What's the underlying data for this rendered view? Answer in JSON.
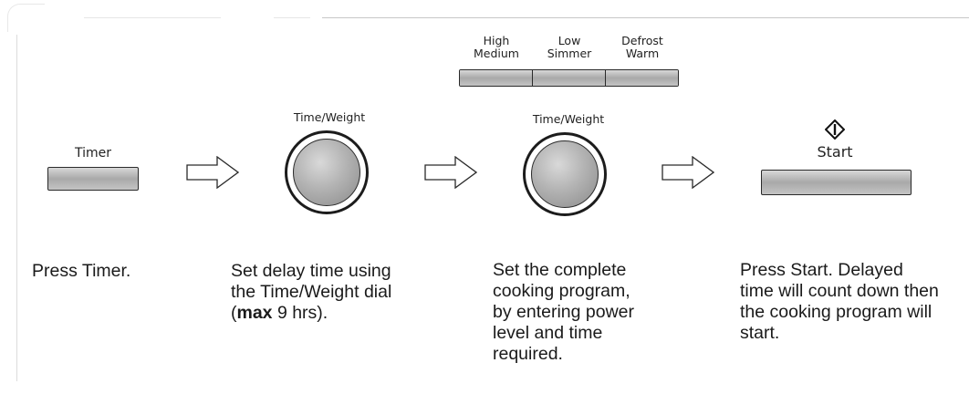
{
  "timer": {
    "label": "Timer"
  },
  "dial1": {
    "label": "Time/Weight"
  },
  "dial2": {
    "label": "Time/Weight"
  },
  "power_buttons": [
    {
      "line1": "High",
      "line2": "Medium"
    },
    {
      "line1": "Low",
      "line2": "Simmer"
    },
    {
      "line1": "Defrost",
      "line2": "Warm"
    }
  ],
  "start": {
    "label": "Start",
    "icon": "start-diamond-icon"
  },
  "steps": [
    {
      "lines": [
        "Press Timer."
      ]
    },
    {
      "lines": [
        "Set delay time using",
        "the Time/Weight dial"
      ],
      "last_open": "(",
      "last_bold": "max",
      "last_rest": " 9 hrs)."
    },
    {
      "lines": [
        "Set the complete",
        "cooking program,",
        "by entering power",
        "level and time",
        "required."
      ]
    },
    {
      "lines": [
        "Press Start. Delayed",
        "time will count down then",
        "the cooking program will",
        "start."
      ]
    }
  ]
}
